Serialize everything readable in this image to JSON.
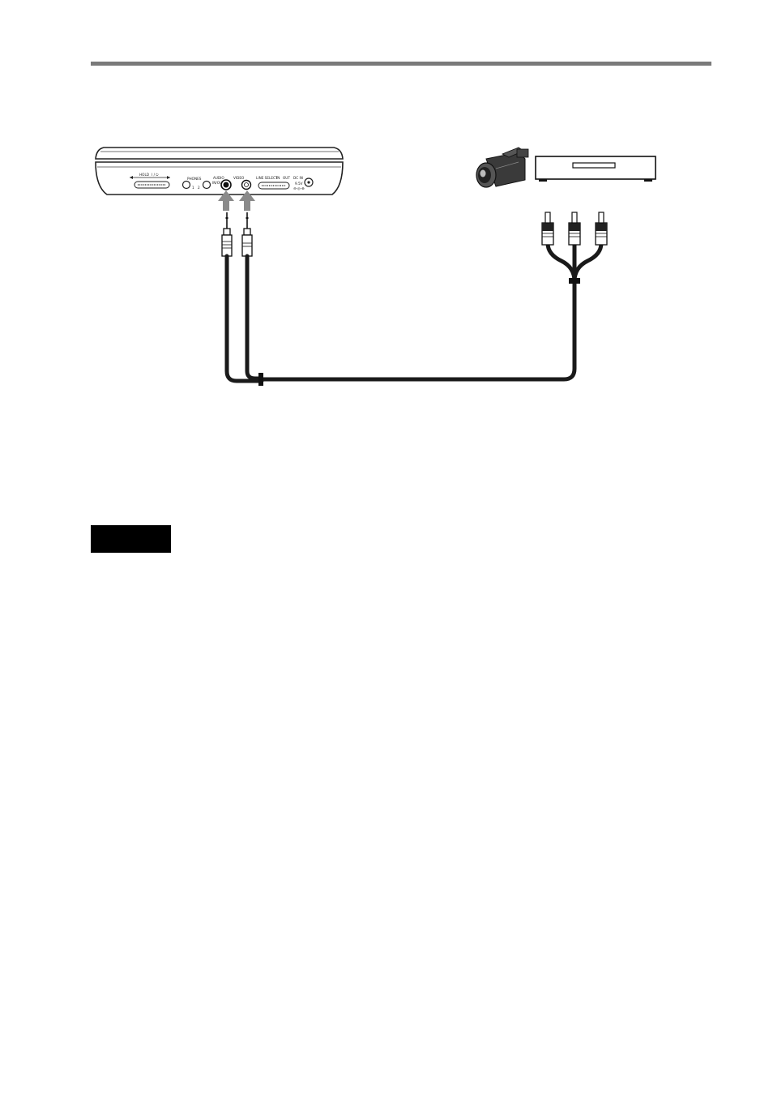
{
  "page": {
    "header_rule_color": "#7a7a7a",
    "note_box_color": "#000000"
  },
  "player_panel": {
    "hold_label": "HOLD",
    "phones_label": "PHONES",
    "audio_label": "AUDIO",
    "audio_sublabel": "IN/OUT",
    "video_label": "VIDEO",
    "line_select_label": "LINE SELECT",
    "in_label": "IN",
    "out_label": "OUT",
    "dc_in_label": "DC IN",
    "dc_voltage_label": "9.5V"
  },
  "icons": {
    "camcorder": "camcorder-icon",
    "vcr": "vcr-icon",
    "arrows": "up-arrow-icon"
  }
}
